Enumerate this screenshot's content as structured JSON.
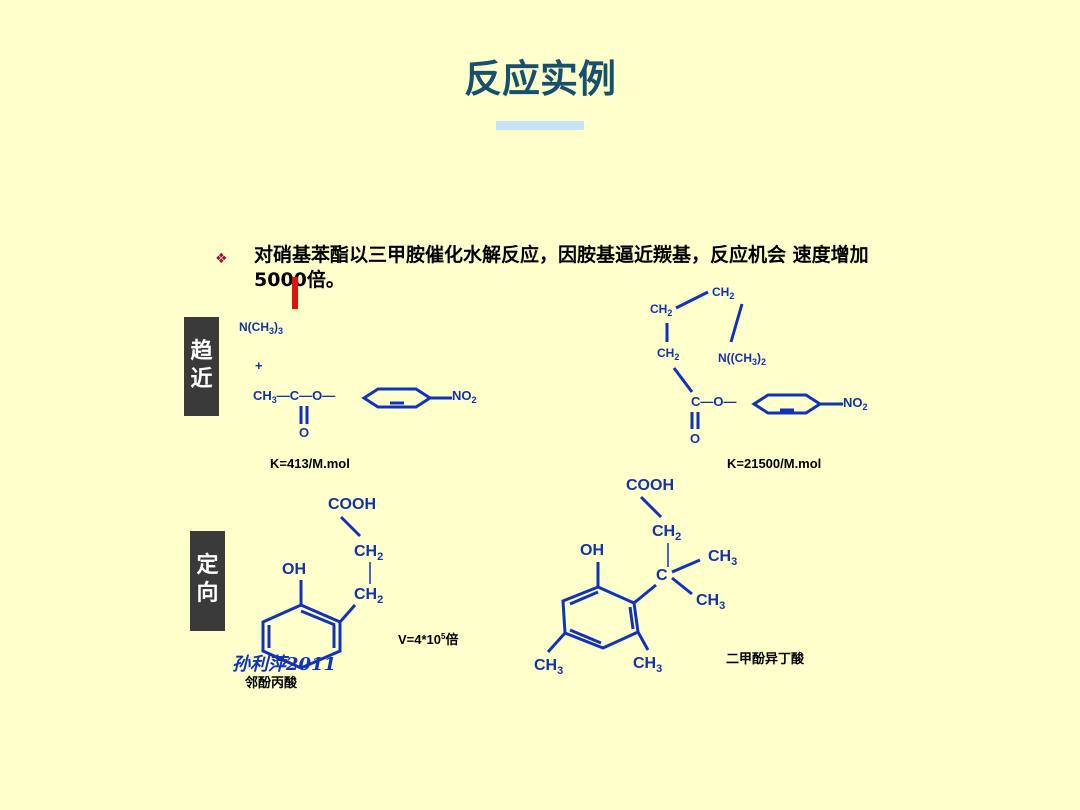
{
  "title": "反应实例",
  "bullet": "对硝基苯酯以三甲胺催化水解反应，因胺基逼近羰基，反应机会 速度增加5000倍。",
  "side_tabs": [
    "趋近",
    "定向"
  ],
  "reaction1": {
    "amine": "N(CH3)3",
    "plus": "+",
    "ester_left": "CH3—C—O—",
    "oxygen": "O",
    "nitro": "NO2",
    "rate": "K=413/M.mol"
  },
  "reaction2": {
    "ch2_top": "CH2",
    "ch2_left": "CH2",
    "ch2_mid": "CH2",
    "amine": "N((CH3)2",
    "ester": "C—O—",
    "oxygen": "O",
    "nitro": "NO2",
    "rate": "K=21500/M.mol"
  },
  "compound1": {
    "cooh": "COOH",
    "ch2_a": "CH2",
    "ch2_b": "CH2",
    "oh": "OH",
    "rate": "V=4*10⁵倍",
    "name": "邻酚丙酸"
  },
  "compound2": {
    "cooh": "COOH",
    "ch2": "CH2",
    "oh": "OH",
    "c": "C",
    "ch3_a": "CH3",
    "ch3_b": "CH3",
    "ch3_c": "CH3",
    "ch3_d": "CH3",
    "name": "二甲酚异丁酸"
  },
  "watermark": "孙利萍2011"
}
